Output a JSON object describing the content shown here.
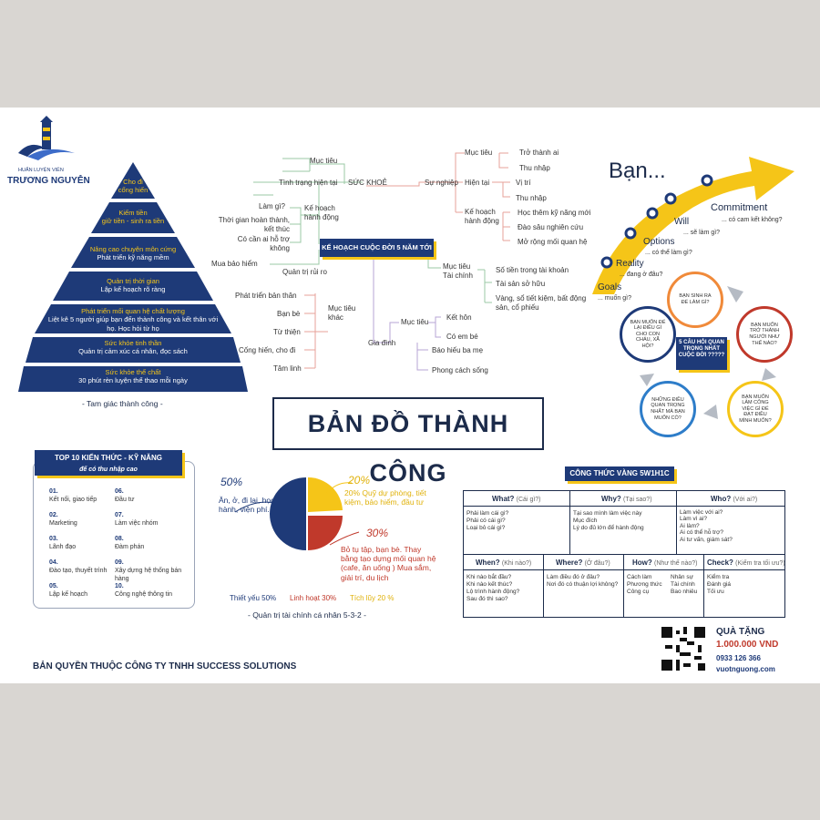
{
  "brand": {
    "line1": "HUẤN LUYỆN VIÊN",
    "line2": "TRƯƠNG NGUYỄN"
  },
  "pyramid": {
    "levels": [
      {
        "title": "Cho đi",
        "sub": "cống hiến"
      },
      {
        "title": "Kiếm tiền",
        "sub": "giữ tiền - sinh ra tiền"
      },
      {
        "title": "Nâng cao chuyên môn cứng",
        "sub": "Phát triển kỹ năng mềm"
      },
      {
        "title": "Quản trị thời gian",
        "sub": "Lập kế hoạch rõ ràng"
      },
      {
        "title": "Phát triển mối quan hệ chất lượng",
        "sub": "Liệt kê 5 người giúp bạn đến thành công và kết thân với họ. Học hỏi từ họ"
      },
      {
        "title": "Sức khỏe tinh thần",
        "sub": "Quản trị cảm xúc cá nhân, đọc sách"
      },
      {
        "title": "Sức khỏe thể chất",
        "sub": "30 phút rèn luyện thể thao mỗi ngày"
      }
    ],
    "caption": "- Tam giác thành công -"
  },
  "mindmap": {
    "center": "KẾ HOẠCH CUỘC ĐỜI  5 NĂM TỚI",
    "suckhoe": "SỨC KHOẺ",
    "muctieu": "Mục tiêu",
    "tinhtrang": "Tình trạng hiện tại",
    "kehoach": "Kế hoạch hành động",
    "lamgi": "Làm gì?",
    "thoigian": "Thời gian hoàn thành, kết thúc",
    "cocanai": "Có cần ai hỗ trợ không",
    "muabaohiem": "Mua bảo hiểm",
    "quantriruiro": "Quản trị rủi ro",
    "sunghiep": "Sự nghiệp",
    "sn_muctieu": "Mục tiêu",
    "sn_hientai": "Hiện tại",
    "sn_kehoach": "Kế hoạch hành động",
    "trothanhai": "Trở thành ai",
    "thunhap1": "Thu nhập",
    "vitri": "Vị trí",
    "thunhap2": "Thu nhập",
    "hocthem": "Học thêm kỹ năng mới",
    "daosau": "Đào sâu nghiên cứu",
    "morong": "Mở rộng mối quan hệ",
    "tc_muctieu": "Mục tiêu Tài chính",
    "sotien": "Số tiền trong tài khoản",
    "taisan": "Tài sản sở hữu",
    "vang": "Vàng, sổ tiết kiệm, bất động sản, cổ phiếu",
    "mt_khac": "Mục tiêu khác",
    "phattrien": "Phát triển bản thân",
    "banbe": "Bạn bè",
    "tuthien": "Từ thiện",
    "conghien": "Cống hiến, cho đi",
    "tamlinh": "Tâm linh",
    "giadinh": "Gia đình",
    "gd_muctieu": "Mục tiêu",
    "kethon": "Kết hôn",
    "coembe": "Có em bé",
    "baohieu": "Báo hiếu ba mẹ",
    "phongcach": "Phong cách sống"
  },
  "grow": {
    "ban": "Bạn...",
    "commitment": "Commitment",
    "commitment_q": "... có cam kết không?",
    "will": "Will",
    "will_q": "... sẽ làm gì?",
    "options": "Options",
    "options_q": "... có thể làm gì?",
    "reality": "Reality",
    "reality_q": "... đang ở đâu?",
    "goals": "Goals",
    "goals_q": "... muốn gì?"
  },
  "cycle": {
    "center": "5 CÂU HỎI QUAN TRỌNG NHẤT CUỘC ĐỜI ?????",
    "q1": "BẠN SINH RA ĐỂ LÀM GÌ?",
    "q2": "BẠN MUỐN TRỞ THÀNH NGƯỜI NHƯ THẾ NÀO?",
    "q3": "BẠN MUỐN LÀM CÔNG VIỆC GÌ ĐỂ ĐẠT ĐIỀU MÌNH MUỐN?",
    "q4": "NHỮNG ĐIỀU QUAN TRỌNG NHẤT MÀ BẠN MUỐN CÓ?",
    "q5": "BẠN MUỐN ĐỂ LẠI ĐIỀU GÌ CHO CON CHÁU, XÃ HỘI?"
  },
  "title": "BẢN ĐỒ THÀNH CÔNG",
  "top10": {
    "title1": "TOP 10 KIẾN THỨC - KỸ NĂNG",
    "title2": "để có thu nhập cao",
    "items": [
      {
        "n": "01.",
        "t": "Kết nối, giao tiếp"
      },
      {
        "n": "02.",
        "t": "Marketing"
      },
      {
        "n": "03.",
        "t": "Lãnh đạo"
      },
      {
        "n": "04.",
        "t": "Đào tạo, thuyết trình"
      },
      {
        "n": "05.",
        "t": "Lập kế hoạch"
      },
      {
        "n": "06.",
        "t": "Đầu tư"
      },
      {
        "n": "07.",
        "t": "Làm việc nhóm"
      },
      {
        "n": "08.",
        "t": "Đàm phán"
      },
      {
        "n": "09.",
        "t": "Xây dựng hệ thống bán hàng"
      },
      {
        "n": "10.",
        "t": "Công nghệ thông tin"
      }
    ]
  },
  "finance": {
    "p50": "50%",
    "p50_text": "Ăn, ở, đi lại, học hành, viện phí...",
    "p20": "20%",
    "p20_text": "20% Quỹ dự phòng, tiết kiệm, bảo hiểm, đầu tư",
    "p30": "30%",
    "p30_text": "Bỏ tụ tập, bạn bè. Thay bằng tạo dựng mối quan hệ (cafe, ăn uống ) Mua sắm, giải trí, du lịch",
    "leg1": "Thiết yếu 50%",
    "leg2": "Linh hoạt 30%",
    "leg3": "Tích lũy 20 %",
    "caption": "- Quản trị tài chính cá nhân 5-3-2 -",
    "colors": {
      "blue": "#1e3a78",
      "red": "#c0392b",
      "yellow": "#f5c518"
    }
  },
  "formula": {
    "title": "CÔNG THỨC VÀNG 5W1H1C",
    "what": "What?",
    "what_s": "(Cái gì?)",
    "what_l": "Phải làm cái gì?\nPhải có cái gì?\nLoại bỏ cái gì?",
    "why": "Why?",
    "why_s": "(Tại sao?)",
    "why_l": "Tại sao mình làm việc này\nMục đích\nLý do đủ lớn để hành động",
    "who": "Who?",
    "who_s": "(Với ai?)",
    "who_l": "Làm việc với ai?\nLàm vì ai?\nAi làm?\nAi có thể hỗ trợ?\nAi tư vấn, giám sát?",
    "when": "When?",
    "when_s": "(Khi nào?)",
    "when_l": "Khi nào bắt đầu?\nKhi nào kết thúc?\nLộ trình hành động?\nSau đó thì sao?",
    "where": "Where?",
    "where_s": "(Ở đâu?)",
    "where_l": "Làm điều đó ở đâu?\nNơi đó có thuận lợi không?",
    "how": "How?",
    "how_s": "(Như thế nào?)",
    "how_l1": "Cách làm\nPhương thức\nCông cụ",
    "how_l2": "Nhân sự\nTài chính\nBao nhiêu",
    "check": "Check?",
    "check_s": "(Kiểm tra tối ưu?)",
    "check_l": "Kiểm tra\nĐánh giá\nTối ưu"
  },
  "gift": {
    "label": "QUÀ TẶNG",
    "value": "1.000.000 VND",
    "phone": "0933 126 366",
    "site": "vuotnguong.com"
  },
  "copyright": "BẢN QUYỀN THUỘC CÔNG TY TNHH SUCCESS SOLUTIONS"
}
